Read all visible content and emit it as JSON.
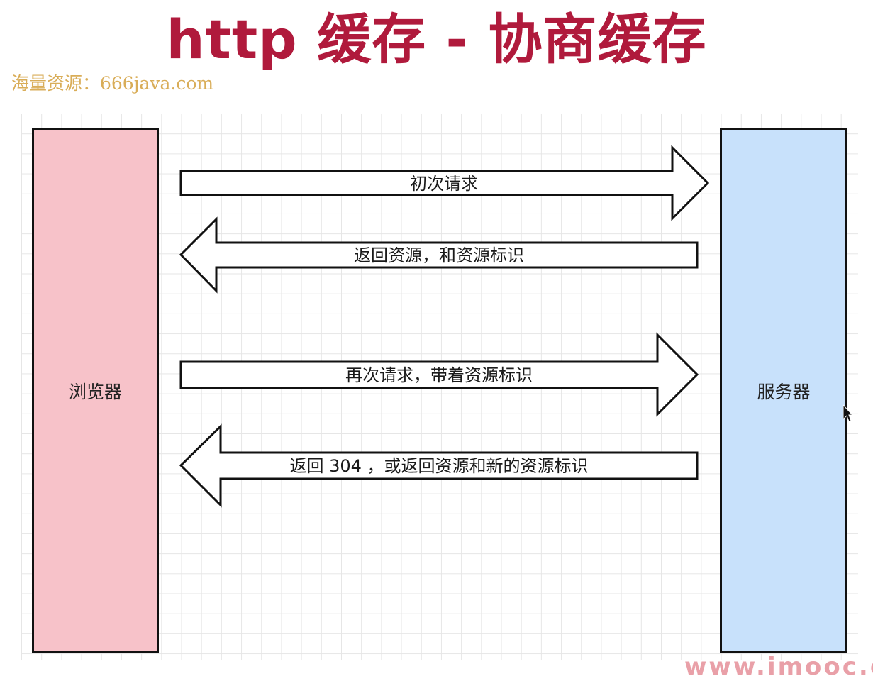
{
  "title": "http 缓存 - 协商缓存",
  "watermark": "海量资源：666java.com",
  "actors": {
    "browser": "浏览器",
    "server": "服务器"
  },
  "messages": [
    {
      "label": "初次请求",
      "direction": "browser-to-server"
    },
    {
      "label": "返回资源，和资源标识",
      "direction": "server-to-browser"
    },
    {
      "label": "再次请求，带着资源标识",
      "direction": "browser-to-server"
    },
    {
      "label": "返回 304 ，或返回资源和新的资源标识",
      "direction": "server-to-browser"
    }
  ],
  "corner_watermark": "www.imooc.c",
  "colors": {
    "title": "#b01a3c",
    "browser_fill": "#f7c2c9",
    "server_fill": "#c8e1fb",
    "watermark": "#d9ad58"
  }
}
